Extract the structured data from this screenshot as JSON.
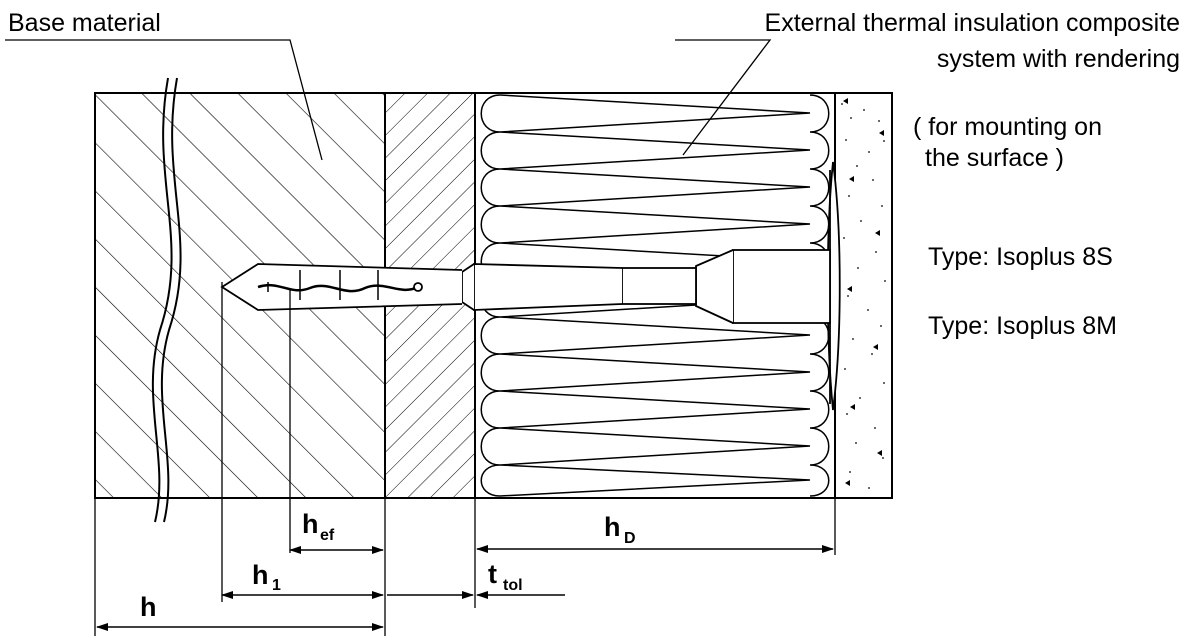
{
  "labels": {
    "base_material": "Base material",
    "etics_line1": "External thermal insulation composite",
    "etics_line2": "system with rendering",
    "mounting_line1": "( for mounting on",
    "mounting_line2": "the surface )",
    "type_s": "Type:  Isoplus 8S",
    "type_m": "Type:  Isoplus 8M"
  },
  "dimensions": {
    "h_ef": {
      "main": "h",
      "sub": "ef"
    },
    "h_1": {
      "main": "h",
      "sub": "1"
    },
    "h": {
      "main": "h"
    },
    "h_D": {
      "main": "h",
      "sub": "D"
    },
    "t_tol": {
      "main": "t",
      "sub": "tol"
    }
  },
  "colors": {
    "line": "#000000",
    "background": "#ffffff"
  }
}
